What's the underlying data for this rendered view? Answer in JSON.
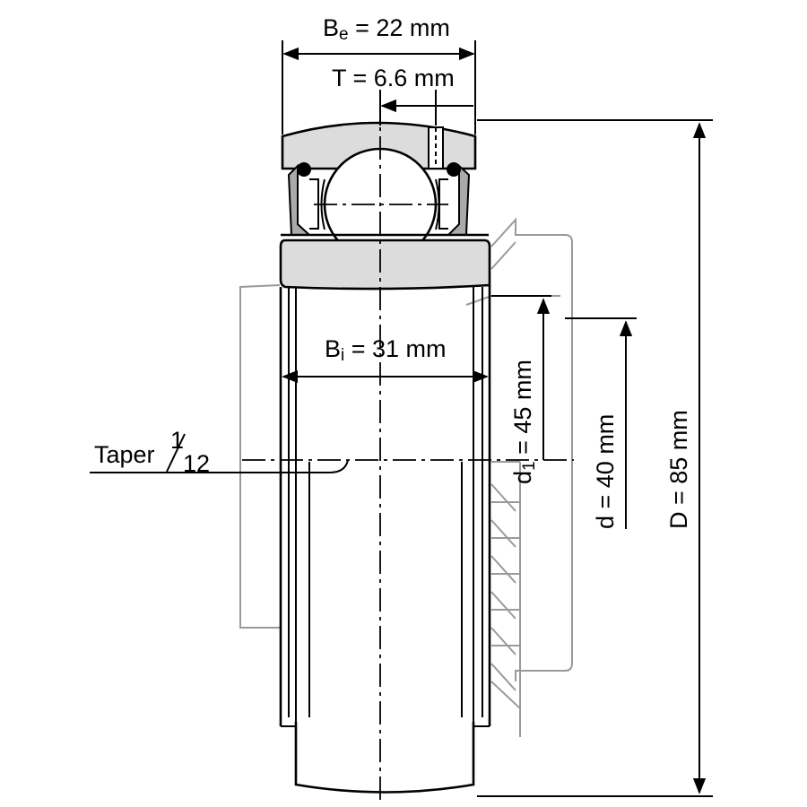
{
  "labels": {
    "be_prefix": "B",
    "be_sub": "e",
    "be_suffix": " = 22 mm",
    "t": "T = 6.6 mm",
    "bi_prefix": "B",
    "bi_sub": "i",
    "bi_suffix": " = 31 mm",
    "d1_prefix": "d",
    "d1_sub": "1",
    "d1_suffix": " = 45 mm",
    "d": "d = 40 mm",
    "D": "D = 85 mm",
    "taper_word": "Taper",
    "taper_num": "1",
    "taper_den": "12"
  },
  "colors": {
    "line": "#000000",
    "housing": "#9a9a9a",
    "ring_fill": "#dcdcdc",
    "ball_fill": "#ffffff"
  }
}
